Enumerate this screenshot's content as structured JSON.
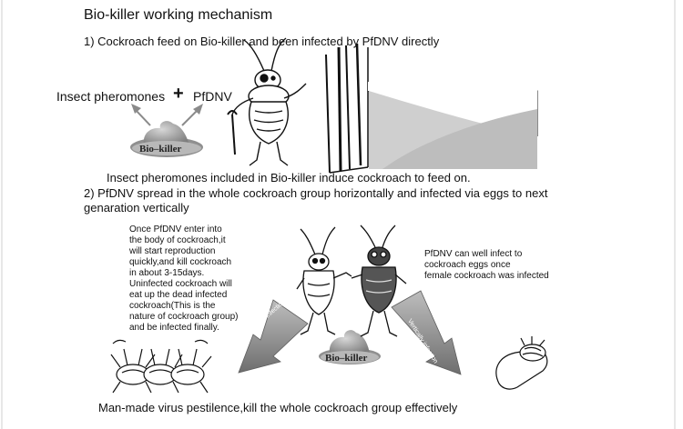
{
  "title": "Bio-killer working mechanism",
  "step1": {
    "heading": "1) Cockroach feed on Bio-killer and been infected by PfDNV directly",
    "pheromones_label": "Insect pheromones",
    "plus": "+",
    "pfdnv_label": "PfDNV",
    "bait_label": "Bio–killer",
    "caption": "Insect pheromones included in Bio-killer induce cockroach to feed on."
  },
  "step2": {
    "heading": "2) PfDNV spread in the whole cockroach group horizontally and infected via eggs to next genaration vertically",
    "left_note": [
      "Once  PfDNV enter into",
      "the body of cockroach,it",
      "will start reproduction",
      "quickly,and kill cockroach",
      "in about 3-15days.",
      "Uninfected cockroach will",
      "eat up the dead infected",
      "cockroach(This is the",
      "nature of cockroach group)",
      "and be infected finally."
    ],
    "right_note": [
      "PfDNV can well infect to",
      "cockroach eggs once",
      "female cockroach was infected"
    ],
    "arrow_left_label": "Horizontally infection",
    "arrow_right_label": "Vertically infection",
    "bait_label": "Bio–killer"
  },
  "footer": "Man-made virus pestilence,kill the whole cockroach group effectively",
  "colors": {
    "arrow_gray": "#8a8a8a",
    "bait_gray": "#9a9a9a",
    "ink": "#111111"
  }
}
